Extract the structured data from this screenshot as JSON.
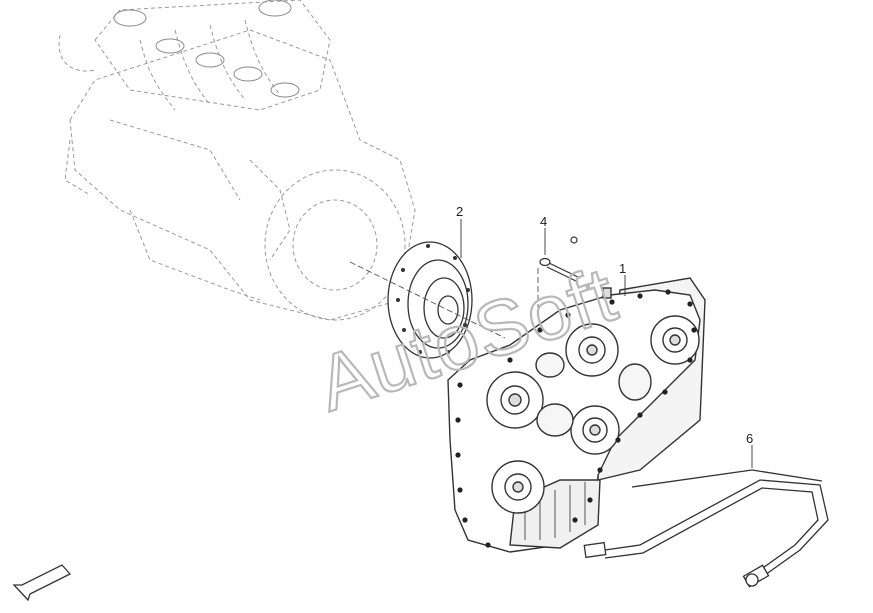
{
  "diagram": {
    "callouts": [
      {
        "id": "1",
        "label": "1"
      },
      {
        "id": "2",
        "label": "2"
      },
      {
        "id": "4",
        "label": "4"
      },
      {
        "id": "6",
        "label": "6"
      }
    ],
    "watermark": "AutoSoft",
    "orientation_icon": "direction-arrow-icon"
  },
  "colors": {
    "line": "#4a4a4a",
    "ghost_line": "#9a9a9a",
    "watermark": "#b8b8b8",
    "background": "#ffffff"
  }
}
